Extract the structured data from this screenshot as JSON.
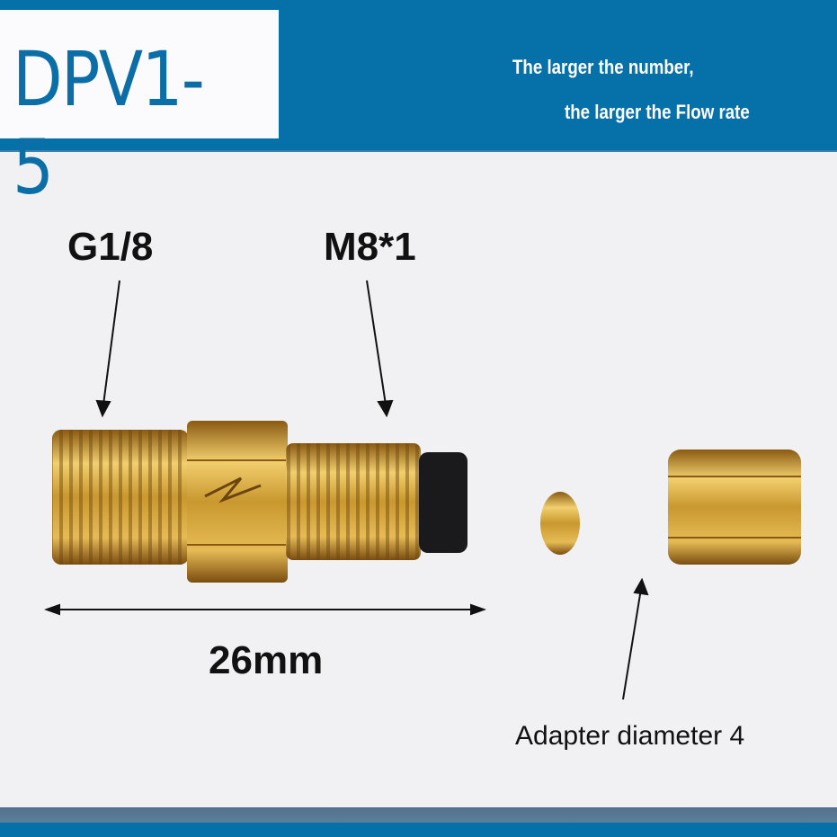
{
  "header": {
    "title": "DPV1-5",
    "subtitle_line1": "The larger the number,",
    "subtitle_line2": "the larger the Flow rate"
  },
  "labels": {
    "left_thread": "G1/8",
    "right_thread": "M8*1",
    "length": "26mm",
    "adapter": "Adapter diameter 4"
  },
  "colors": {
    "brand_blue": "#0670a8",
    "brass": "#c9982f"
  }
}
